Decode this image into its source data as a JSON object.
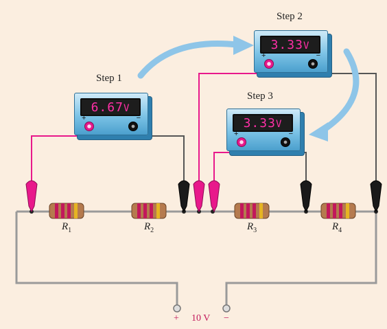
{
  "steps": [
    {
      "label": "Step 1",
      "reading": "6.67",
      "unit": "V"
    },
    {
      "label": "Step 2",
      "reading": "3.33",
      "unit": "V"
    },
    {
      "label": "Step 3",
      "reading": "3.33",
      "unit": "V"
    }
  ],
  "resistors": [
    {
      "name": "R",
      "sub": "1"
    },
    {
      "name": "R",
      "sub": "2"
    },
    {
      "name": "R",
      "sub": "3"
    },
    {
      "name": "R",
      "sub": "4"
    }
  ],
  "source": {
    "plus": "+",
    "minus": "−",
    "voltage": "10 V"
  },
  "meter_signs": {
    "plus": "+",
    "minus": "−"
  },
  "colors": {
    "background": "#fbeee0",
    "wire": "#9a9a9a",
    "probe_positive": "#e8188b",
    "probe_negative": "#1a1a1a",
    "arrow": "#8ec5e8",
    "lcd_text": "#ff2fa6"
  }
}
